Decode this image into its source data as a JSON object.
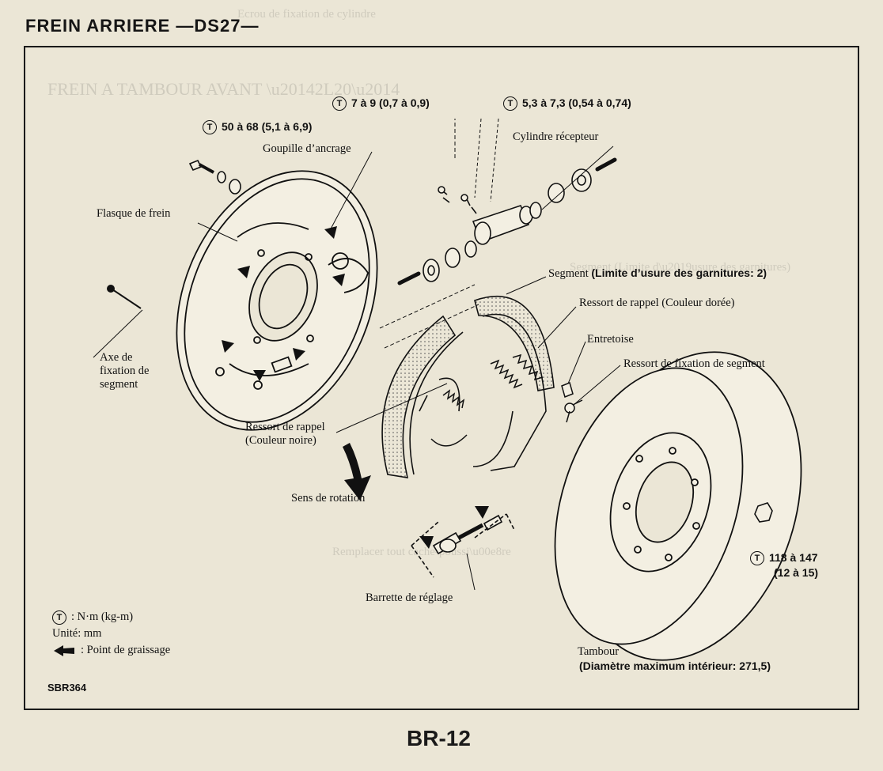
{
  "header": {
    "title": "FREIN ARRIERE —DS27—"
  },
  "torque_specs": {
    "cylinder_bolt": "7 à 9 (0,7 à 0,9)",
    "bleeder": "5,3 à 7,3 (0,54 à 0,74)",
    "backplate_bolt": "50 à 68 (5,1 à 6,9)",
    "wheel_nut_line1": "118 à 147",
    "wheel_nut_line2": "(12 à 15)"
  },
  "labels": {
    "anchor_pin": "Goupille d’ancrage",
    "wheel_cylinder": "Cylindre récepteur",
    "backplate": "Flasque de frein",
    "shoe": "Segment",
    "shoe_limit": "(Limite d’usure des garnitures:  2)",
    "return_spring_gold": "Ressort de rappel (Couleur dorée)",
    "retainer": "Entretoise",
    "hold_spring": "Ressort de fixation de segment",
    "pin_line1": "Axe de",
    "pin_line2": "fixation de",
    "pin_line3": "segment",
    "return_spring_black_line1": "Ressort de rappel",
    "return_spring_black_line2": "(Couleur noire)",
    "rotation": "Sens de rotation",
    "adjuster": "Barrette de réglage",
    "drum": "Tambour",
    "drum_max": "(Diamètre maximum intérieur:  271,5)"
  },
  "legend": {
    "torque_unit": ":  N·m (kg-m)",
    "unit": "Unité:  mm",
    "grease": ":  Point de graissage"
  },
  "torque_symbol": "T",
  "figure_code": "SBR364",
  "page_number": "BR-12",
  "colors": {
    "ink": "#111111",
    "paper": "#ebe6d6",
    "lining": "#d9d4c4"
  },
  "icons": [
    "torque-symbol-icon",
    "grease-arrow-icon",
    "rotation-arrow-icon"
  ]
}
